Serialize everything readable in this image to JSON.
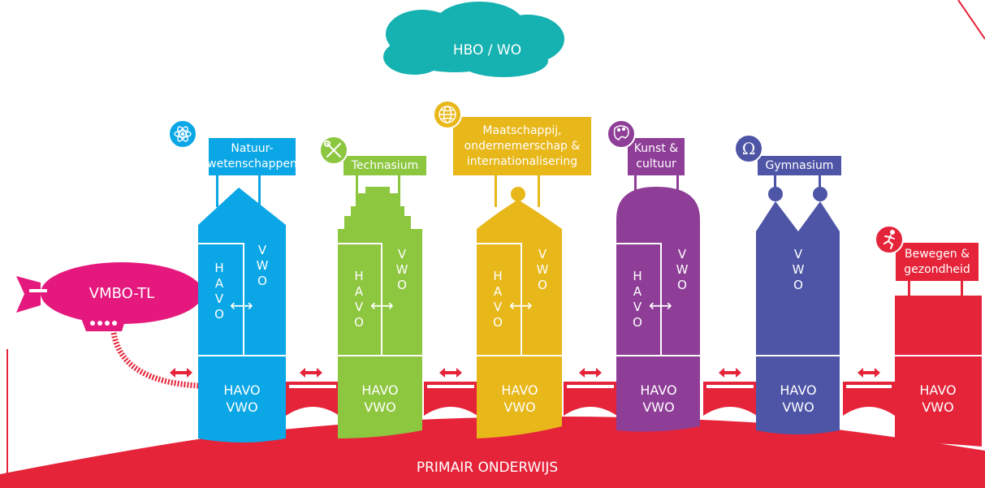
{
  "top": {
    "label": "HBO / WO"
  },
  "bottom": {
    "label": "PRIMAIR ONDERWIJS"
  },
  "blimp": {
    "label": "VMBO-TL"
  },
  "colors": {
    "cyan": "#0aa6e6",
    "green": "#8dc63f",
    "yellow": "#e8b71a",
    "purple": "#8e3e97",
    "blue": "#4e55a6",
    "red": "#e5243a",
    "magenta": "#e5197d",
    "cloud": "#15b2b1"
  },
  "buildings": [
    {
      "sign": "Natuur-\nwetenschappen",
      "icon": "atom-icon",
      "left_label": "HAVO",
      "right_label": "VWO",
      "base": "HAVO\nVWO"
    },
    {
      "sign": "Technasium",
      "icon": "tools-icon",
      "left_label": "HAVO",
      "right_label": "VWO",
      "base": "HAVO\nVWO"
    },
    {
      "sign": "Maatschappij,\nondernemerschap &\ninternationalisering",
      "icon": "globe-icon",
      "left_label": "HAVO",
      "right_label": "VWO",
      "base": "HAVO\nVWO"
    },
    {
      "sign": "Kunst &\ncultuur",
      "icon": "palette-icon",
      "left_label": "HAVO",
      "right_label": "VWO",
      "base": "HAVO\nVWO"
    },
    {
      "sign": "Gymnasium",
      "icon": "omega-icon",
      "right_label": "VWO",
      "base": "HAVO\nVWO"
    },
    {
      "sign": "Bewegen &\ngezondheid",
      "icon": "runner-icon",
      "base": "HAVO\nVWO"
    }
  ]
}
